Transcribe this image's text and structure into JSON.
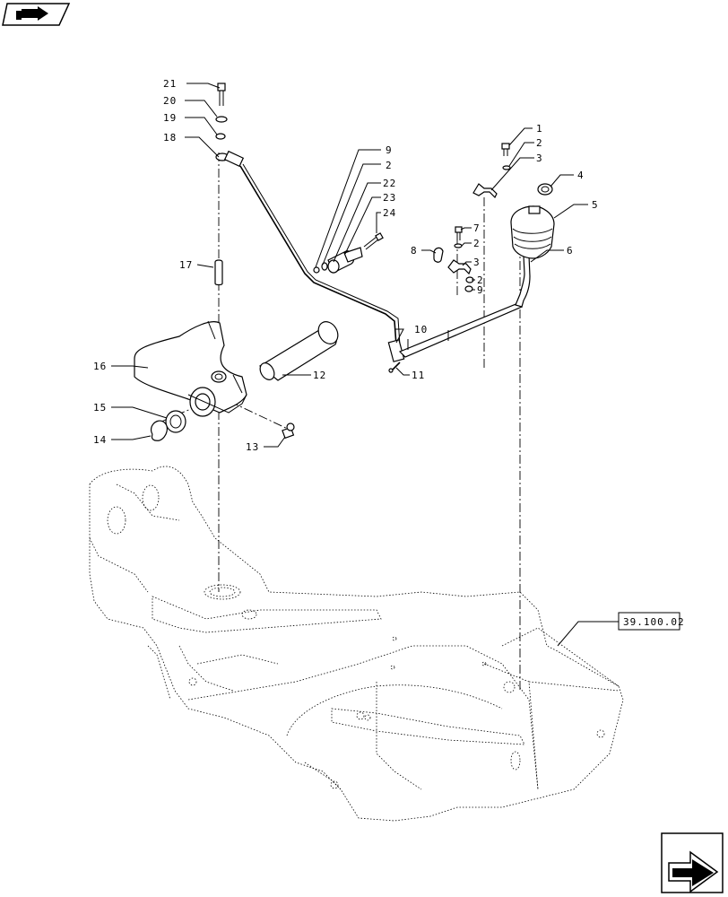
{
  "callouts": [
    {
      "id": "c21",
      "text": "21"
    },
    {
      "id": "c20",
      "text": "20"
    },
    {
      "id": "c19",
      "text": "19"
    },
    {
      "id": "c18",
      "text": "18"
    },
    {
      "id": "c17",
      "text": "17"
    },
    {
      "id": "c16",
      "text": "16"
    },
    {
      "id": "c15",
      "text": "15"
    },
    {
      "id": "c14",
      "text": "14"
    },
    {
      "id": "c13",
      "text": "13"
    },
    {
      "id": "c12",
      "text": "12"
    },
    {
      "id": "c11",
      "text": "11"
    },
    {
      "id": "c10",
      "text": "10"
    },
    {
      "id": "c9a",
      "text": "9"
    },
    {
      "id": "c2a",
      "text": "2"
    },
    {
      "id": "c22",
      "text": "22"
    },
    {
      "id": "c23",
      "text": "23"
    },
    {
      "id": "c24",
      "text": "24"
    },
    {
      "id": "c1",
      "text": "1"
    },
    {
      "id": "c2b",
      "text": "2"
    },
    {
      "id": "c3a",
      "text": "3"
    },
    {
      "id": "c4",
      "text": "4"
    },
    {
      "id": "c5",
      "text": "5"
    },
    {
      "id": "c6",
      "text": "6"
    },
    {
      "id": "c7",
      "text": "7"
    },
    {
      "id": "c2c",
      "text": "2"
    },
    {
      "id": "c8",
      "text": "8"
    },
    {
      "id": "c3b",
      "text": "3"
    },
    {
      "id": "c2d",
      "text": "2"
    },
    {
      "id": "c9b",
      "text": "9"
    }
  ],
  "reference": {
    "label": "39.100.02"
  },
  "icons": {
    "top_left": "folder-arrow-icon",
    "bottom_right": "next-page-arrow-icon"
  }
}
